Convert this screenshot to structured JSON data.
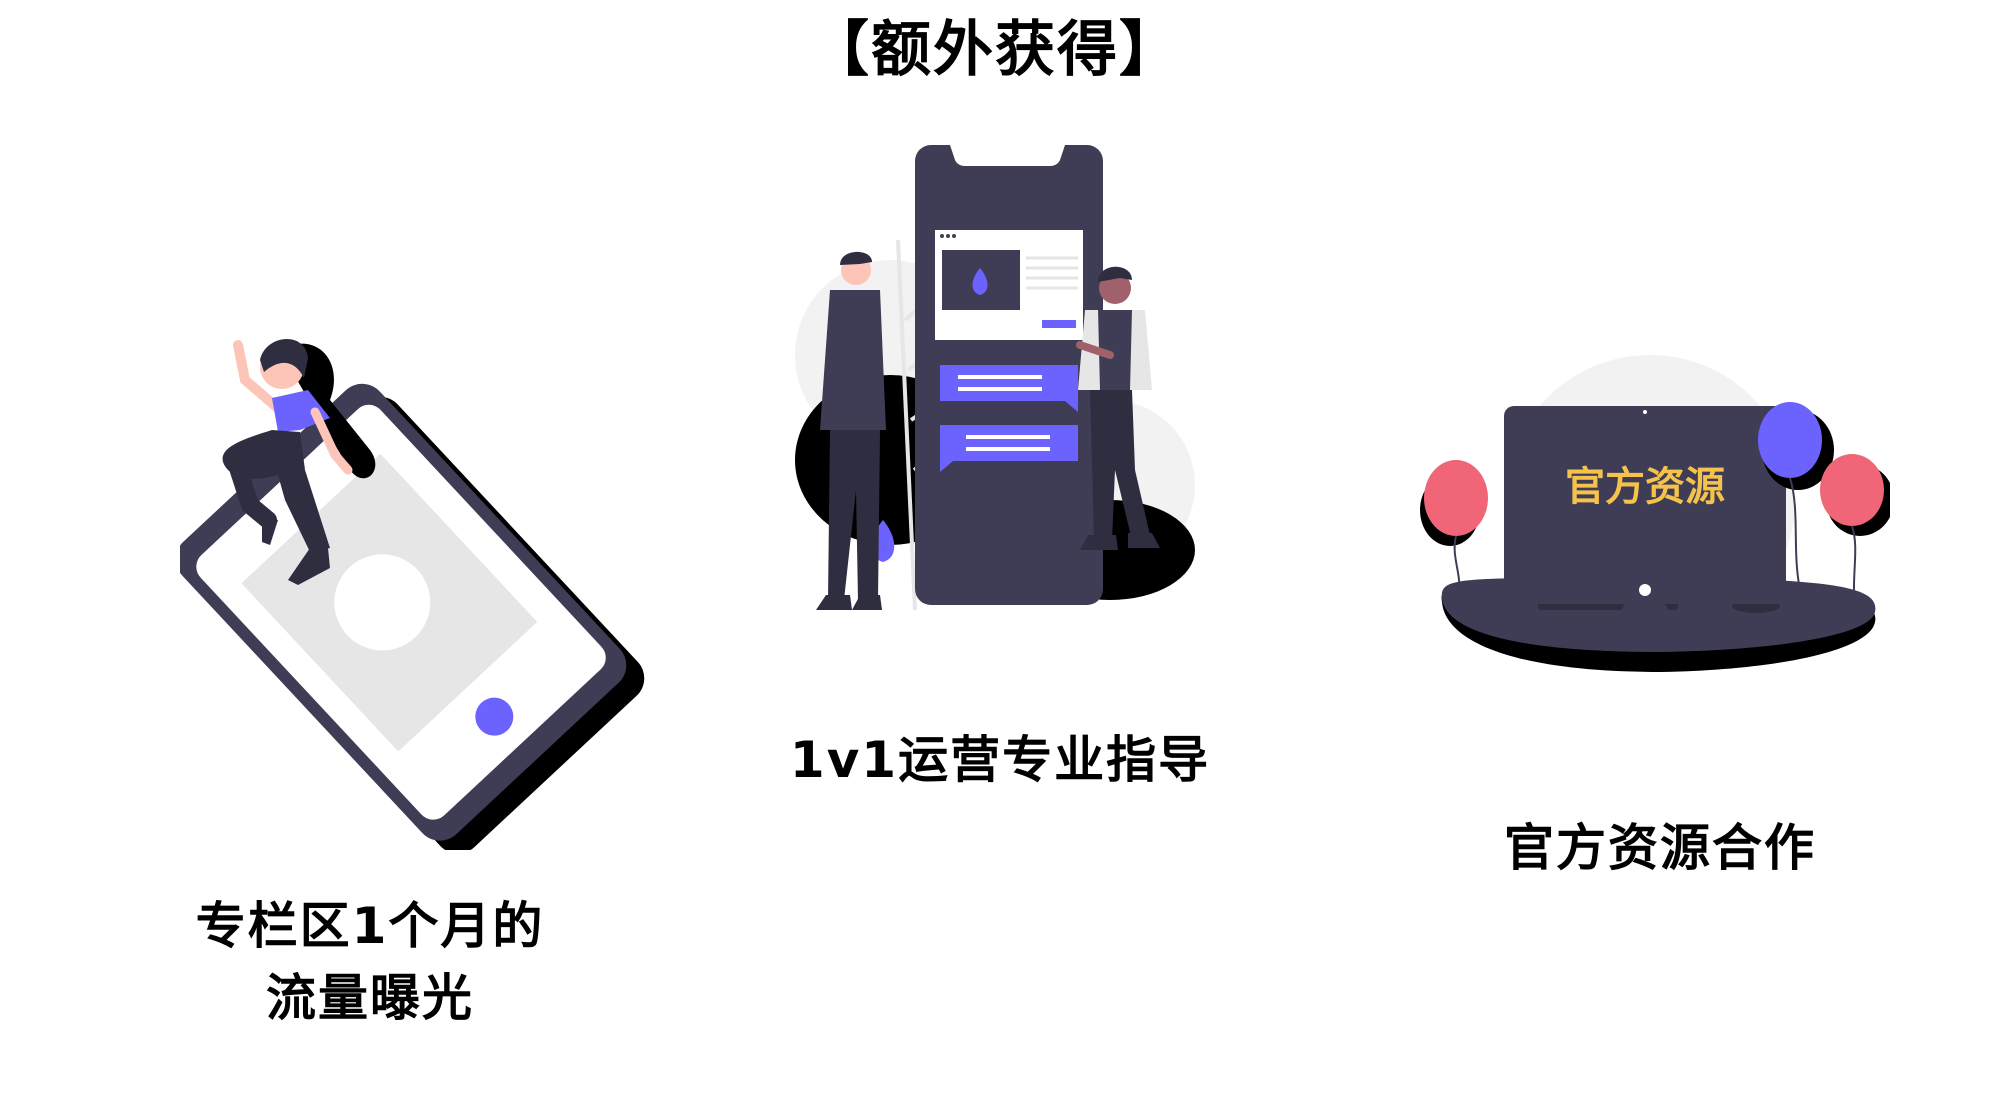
{
  "title": "【额外获得】",
  "features": [
    {
      "illustration_icon": "woman-running-on-phone-icon",
      "caption_line1": "专栏区1个月的",
      "caption_line2": "流量曝光"
    },
    {
      "illustration_icon": "two-people-chatting-by-phone-icon",
      "caption": "1v1运营专业指导"
    },
    {
      "illustration_icon": "monitor-with-balloons-icon",
      "screen_text": "官方资源",
      "caption": "官方资源合作"
    }
  ],
  "colors": {
    "accent_purple": "#6c63ff",
    "dark_gray": "#3f3d56",
    "light_gray": "#e6e6e6",
    "balloon_red": "#f06577",
    "balloon_blue": "#6c63ff",
    "screen_text_yellow": "#f5c24c"
  }
}
